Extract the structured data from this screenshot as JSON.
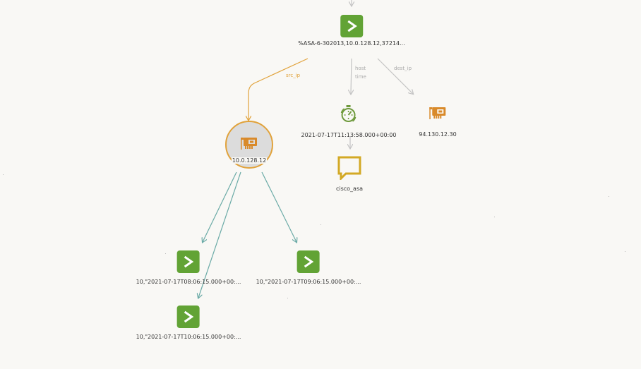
{
  "graph": {
    "event_node": {
      "label": "%ASA-6-302013,10.0.128.12,37214...",
      "icon": "chevron-right-icon"
    },
    "src_node": {
      "label": "10.0.128.12",
      "icon": "network-card-icon"
    },
    "time_node": {
      "label": "2021-07-17T11:13:58.000+00:00",
      "icon": "stopwatch-icon"
    },
    "dest_node": {
      "label": "94.130.12.30",
      "icon": "network-card-icon"
    },
    "host_node": {
      "label": "cisco_asa",
      "icon": "speech-bubble-icon"
    },
    "child_nodes": [
      {
        "label": "10,\"2021-07-17T08:06:15.000+00:..."
      },
      {
        "label": "10,\"2021-07-17T09:06:15.000+00:..."
      },
      {
        "label": "10,\"2021-07-17T10:06:15.000+00:..."
      }
    ],
    "edges": {
      "src_ip": "src_ip",
      "host": "host",
      "time": "time",
      "dest_ip": "dest_ip"
    }
  },
  "colors": {
    "green": "#62a335",
    "orange": "#e1a23a",
    "teal": "#6aaaa6",
    "gray_edge": "#c4c4c4",
    "background": "#f9f8f5"
  }
}
